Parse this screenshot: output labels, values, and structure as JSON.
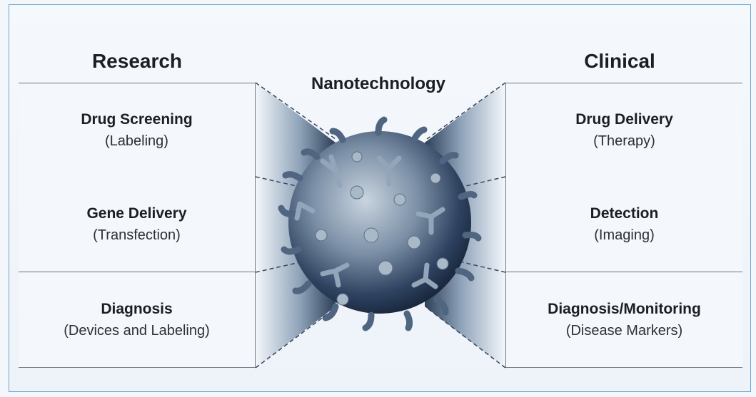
{
  "research": {
    "heading": "Research",
    "items": [
      {
        "title": "Drug Screening",
        "sub": "(Labeling)"
      },
      {
        "title": "Gene Delivery",
        "sub": "(Transfection)"
      },
      {
        "title": "Diagnosis",
        "sub": "(Devices and Labeling)"
      }
    ]
  },
  "center": {
    "heading": "Nanotechnology"
  },
  "clinical": {
    "heading": "Clinical",
    "items": [
      {
        "title": "Drug Delivery",
        "sub": "(Therapy)"
      },
      {
        "title": "Detection",
        "sub": "(Imaging)"
      },
      {
        "title": "Diagnosis/Monitoring",
        "sub": "(Disease Markers)"
      }
    ]
  },
  "colors": {
    "frame": "#6aa5cf",
    "panel": "#f4f7fb",
    "particle_dark": "#1d2f45",
    "particle_light": "#aab9c8"
  },
  "icons": [
    "nanoparticle-sphere-icon"
  ]
}
